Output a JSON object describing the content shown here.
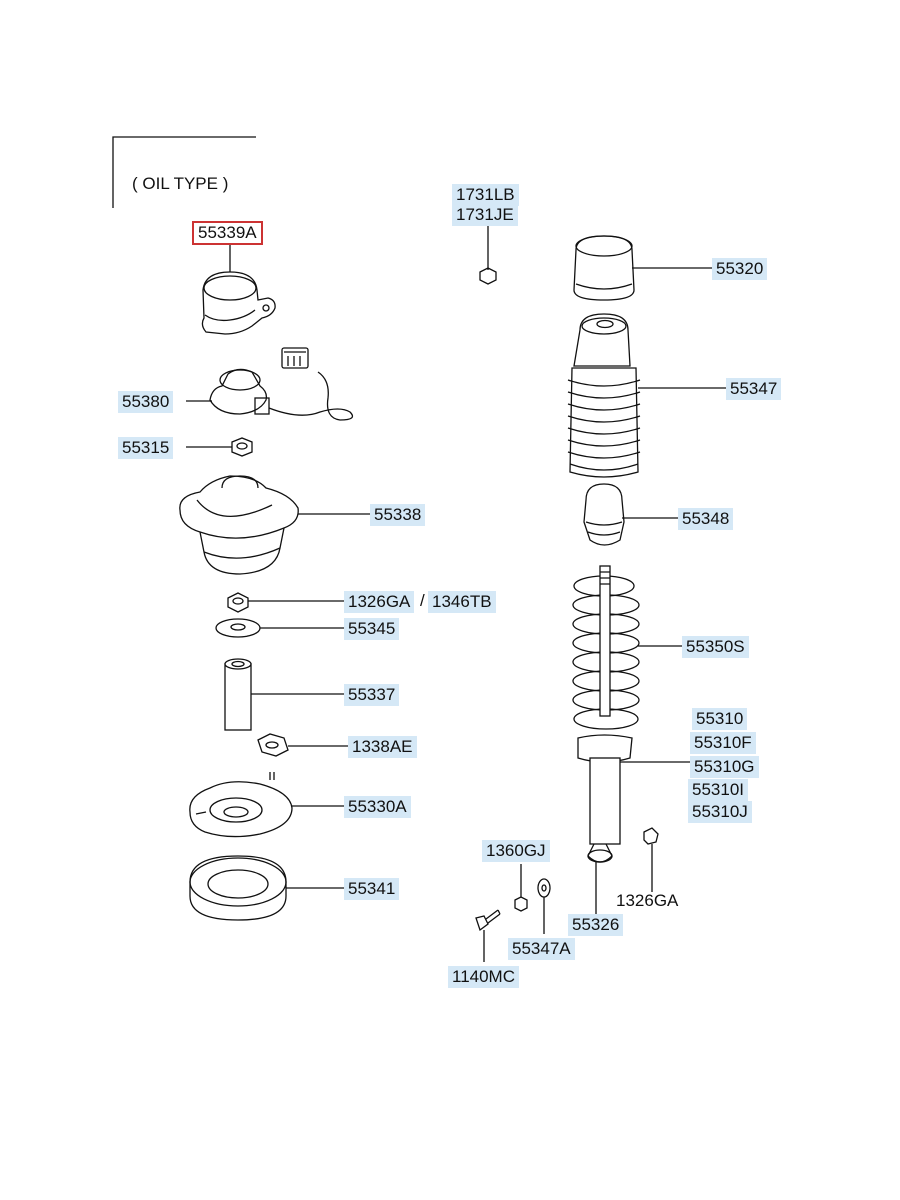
{
  "section_title": "( OIL TYPE )",
  "labels": {
    "p55339A": "55339A",
    "p55380": "55380",
    "p55315": "55315",
    "p55338": "55338",
    "p1326GA": "1326GA",
    "p1346TB": "1346TB",
    "p55345": "55345",
    "p55337": "55337",
    "p1338AE": "1338AE",
    "p55330A": "55330A",
    "p55341": "55341",
    "p1731LB": "1731LB",
    "p1731JE": "1731JE",
    "p55320": "55320",
    "p55347": "55347",
    "p55348": "55348",
    "p55350S": "55350S",
    "p55310": "55310",
    "p55310F": "55310F",
    "p55310G": "55310G",
    "p55310I": "55310I",
    "p55310J": "55310J",
    "p1360GJ": "1360GJ",
    "p1326GA_b": "1326GA",
    "p55326": "55326",
    "p55347A": "55347A",
    "p1140MC": "1140MC"
  },
  "separator": "/",
  "colors": {
    "label_bg": "#d5e8f6",
    "highlight_border": "#cc3333",
    "line": "#111111"
  }
}
